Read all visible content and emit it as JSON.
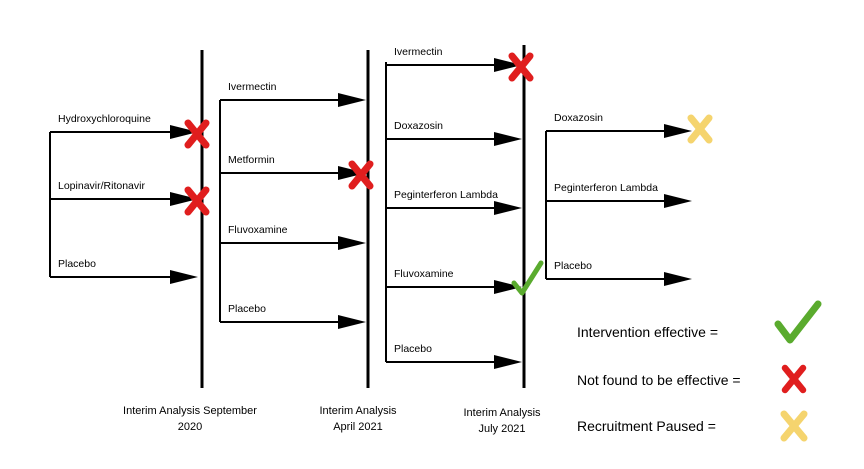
{
  "colors": {
    "line": "#000000",
    "effective": "#5aab2e",
    "not_effective": "#e01e1e",
    "paused": "#f5d46e"
  },
  "phases": [
    {
      "line1": "Interim Analysis September",
      "line2": "2020"
    },
    {
      "line1": "Interim Analysis",
      "line2": "April 2021"
    },
    {
      "line1": "Interim Analysis",
      "line2": "July 2021"
    }
  ],
  "stages": [
    {
      "arms": [
        {
          "label": "Hydroxychloroquine",
          "outcome": "not-effective"
        },
        {
          "label": "Lopinavir/Ritonavir",
          "outcome": "not-effective"
        },
        {
          "label": "Placebo",
          "outcome": ""
        }
      ]
    },
    {
      "arms": [
        {
          "label": "Ivermectin",
          "outcome": ""
        },
        {
          "label": "Metformin",
          "outcome": "not-effective"
        },
        {
          "label": "Fluvoxamine",
          "outcome": ""
        },
        {
          "label": "Placebo",
          "outcome": ""
        }
      ]
    },
    {
      "arms": [
        {
          "label": "Ivermectin",
          "outcome": "not-effective"
        },
        {
          "label": "Doxazosin",
          "outcome": ""
        },
        {
          "label": "Peginterferon Lambda",
          "outcome": ""
        },
        {
          "label": "Fluvoxamine",
          "outcome": "effective"
        },
        {
          "label": "Placebo",
          "outcome": ""
        }
      ]
    },
    {
      "arms": [
        {
          "label": "Doxazosin",
          "outcome": "paused"
        },
        {
          "label": "Peginterferon Lambda",
          "outcome": ""
        },
        {
          "label": "Placebo",
          "outcome": ""
        }
      ]
    }
  ],
  "legend": {
    "effective": "Intervention  effective =",
    "not_effective": "Not found  to be effective =",
    "paused": "Recruitment  Paused ="
  }
}
